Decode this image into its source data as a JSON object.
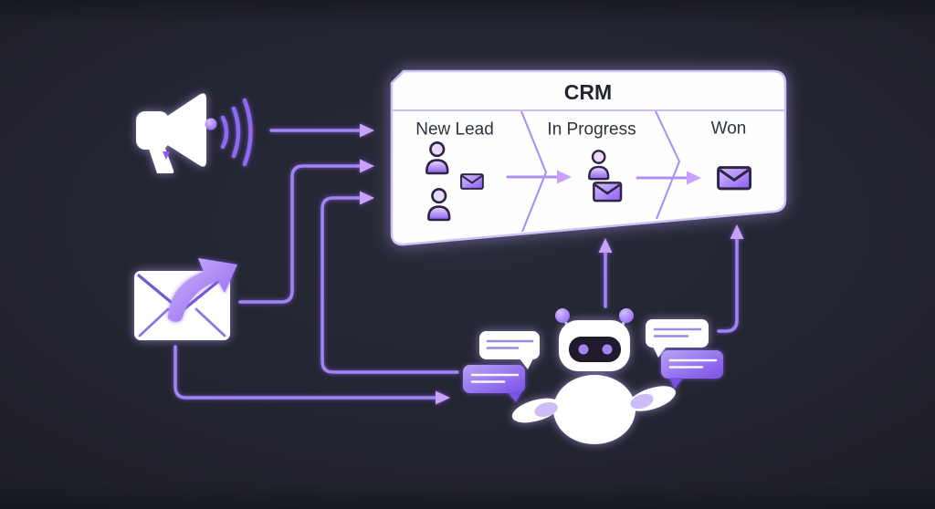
{
  "diagram": {
    "background_color": "#242532",
    "accent_color": "#a78bfa",
    "accent_deep_color": "#8b5cf6",
    "glow_color": "#c4b5fd",
    "crm_panel": {
      "title": "CRM",
      "surface_color": "#ffffff",
      "border_color": "#cfc1f5",
      "stages": [
        {
          "label": "New Lead",
          "icons": [
            "person-icon",
            "person-icon",
            "envelope-icon"
          ]
        },
        {
          "label": "In Progress",
          "icons": [
            "person-icon",
            "envelope-icon"
          ]
        },
        {
          "label": "Won",
          "icons": [
            "envelope-icon"
          ]
        }
      ]
    },
    "sources": [
      {
        "icon": "megaphone-icon"
      },
      {
        "icon": "email-send-icon"
      },
      {
        "icon": "chatbot-icon",
        "bubbles": [
          "chat-bubble-left-white",
          "chat-bubble-left-purple",
          "chat-bubble-right-white",
          "chat-bubble-right-purple"
        ]
      }
    ],
    "arrows": [
      {
        "from": "megaphone-icon",
        "to": "crm-panel"
      },
      {
        "from": "email-send-icon",
        "to": "crm-panel"
      },
      {
        "from": "chat-bubble-left-purple",
        "to": "crm-panel"
      },
      {
        "from": "email-send-icon",
        "to": "chatbot-icon"
      },
      {
        "from": "chatbot-icon",
        "to": "crm-stage-in-progress"
      },
      {
        "from": "chat-bubble-right-white",
        "to": "crm-stage-won"
      }
    ]
  }
}
